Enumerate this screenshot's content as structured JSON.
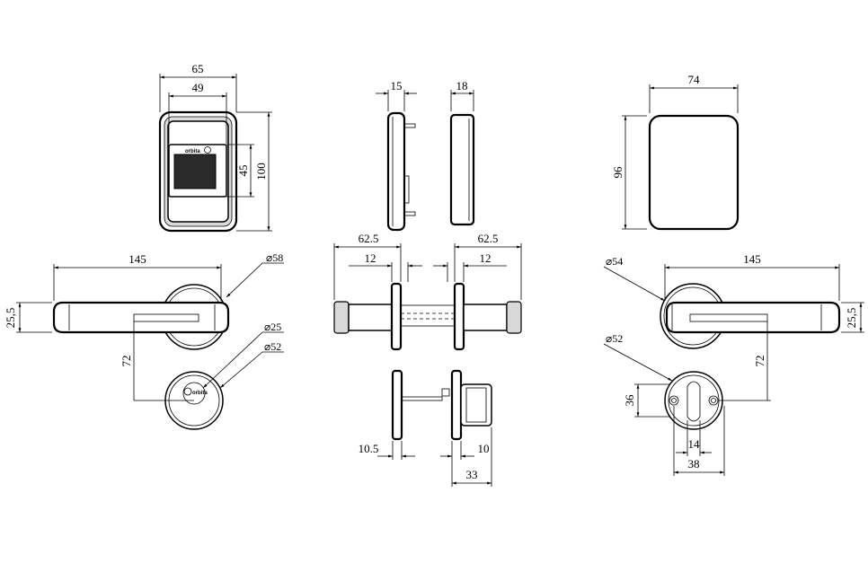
{
  "drawing": {
    "brand_text": "orbita",
    "reader_front": {
      "width": "65",
      "window_width": "49",
      "window_height": "45",
      "height": "100"
    },
    "reader_side": {
      "left_depth": "15",
      "right_depth": "18"
    },
    "back_plate": {
      "width": "74",
      "height": "96"
    },
    "handle_left": {
      "length": "145",
      "rose_diameter": "⌀58",
      "height": "25,5",
      "drop": "72",
      "cylinder_diameter": "⌀25",
      "escutcheon_diameter": "⌀52"
    },
    "handle_side": {
      "left_length": "62.5",
      "right_length": "62.5",
      "left_neck": "12",
      "right_neck": "12"
    },
    "thumbturn": {
      "plate": "10.5",
      "knob": "10",
      "total": "33"
    },
    "handle_right": {
      "rose_diameter": "⌀54",
      "length": "145",
      "height": "25,5",
      "drop": "72",
      "escutcheon_diameter": "⌀52",
      "hole_height": "36",
      "hole_spacing": "14",
      "escutcheon_width": "38"
    }
  }
}
